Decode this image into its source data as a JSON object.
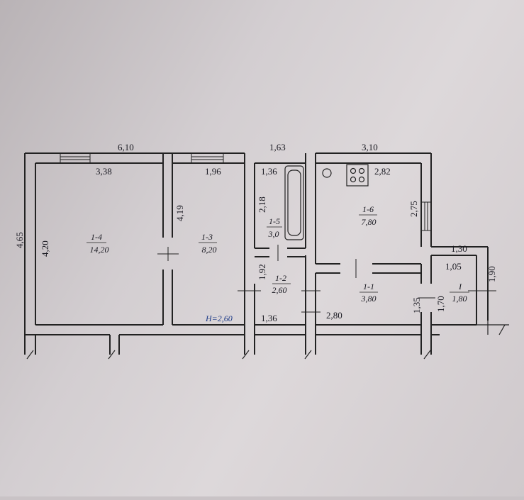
{
  "plan": {
    "ceiling_height": "H=2,60",
    "rooms": [
      {
        "id": "1-4",
        "area": "14,20"
      },
      {
        "id": "1-3",
        "area": "8,20"
      },
      {
        "id": "1-5",
        "area": "3,0"
      },
      {
        "id": "1-2",
        "area": "2,60"
      },
      {
        "id": "1-6",
        "area": "7,80"
      },
      {
        "id": "1-1",
        "area": "3,80"
      },
      {
        "id": "I",
        "area": "1,80"
      }
    ],
    "dimensions": {
      "top_total_left": "6,10",
      "top_mid": "1,63",
      "top_total_right": "3,10",
      "room14_width": "3,38",
      "room13_width": "1,96",
      "bath_width": "1,36",
      "kitchen_width": "2,82",
      "left_height": "4,65",
      "room14_height": "4,20",
      "room13_height": "4,19",
      "bath_height": "2,18",
      "kitchen_height": "2,75",
      "corridor_height": "1,92",
      "corridor_width": "1,36",
      "hall_width": "2,80",
      "hall_height": "1,35",
      "hall_step": "1,70",
      "vestibule_top": "1,30",
      "vestibule_inner": "1,05",
      "vestibule_height": "1,90"
    }
  }
}
